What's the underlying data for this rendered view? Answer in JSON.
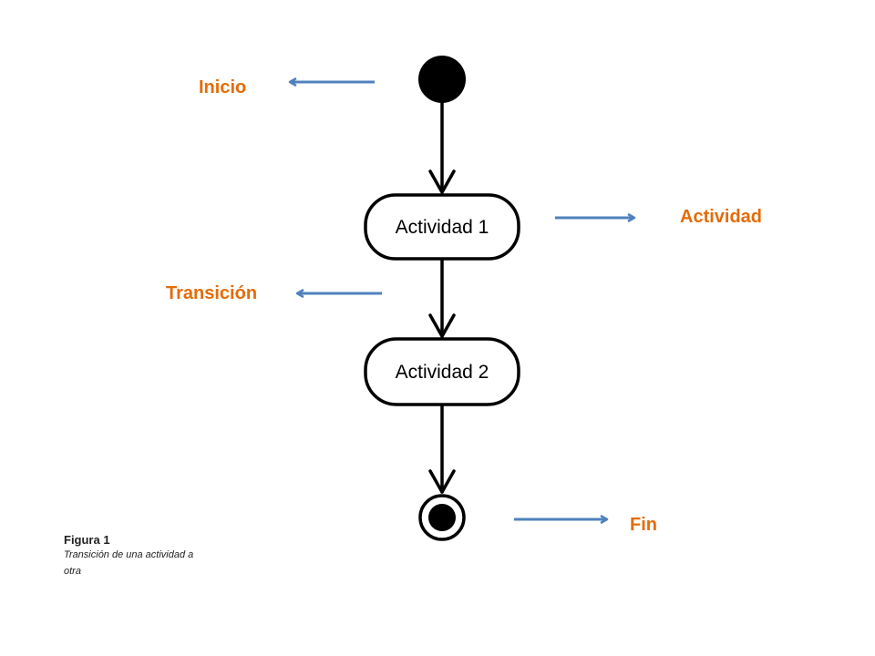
{
  "diagram": {
    "nodes": {
      "activity_1": "Actividad 1",
      "activity_2": "Actividad 2"
    },
    "annotations": {
      "start": "Inicio",
      "activity": "Actividad",
      "transition": "Transición",
      "end": "Fin"
    }
  },
  "caption": {
    "number": "Figura 1",
    "text": "Transición de una actividad a otra"
  },
  "colors": {
    "annotation_text": "#e36c09",
    "annotation_arrow": "#4f81bd",
    "diagram_ink": "#000000"
  }
}
